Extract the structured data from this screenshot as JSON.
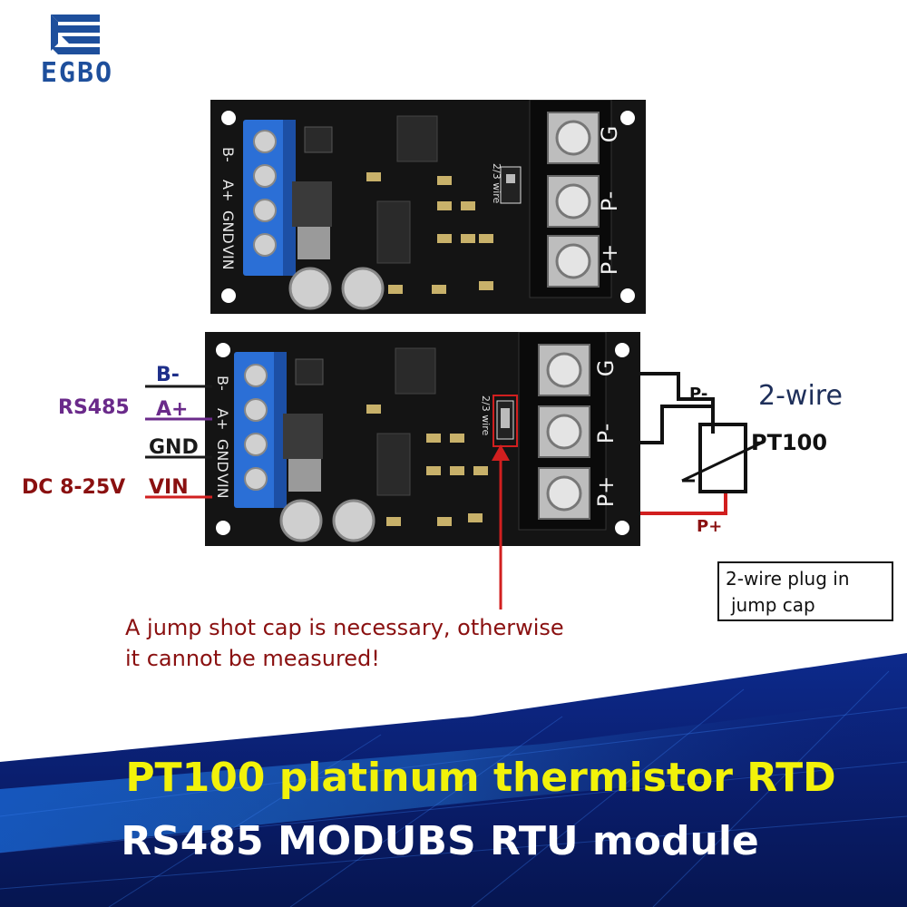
{
  "brand": {
    "name": "EGBO"
  },
  "colors": {
    "brand_blue": "#1e4f9c",
    "accent_red": "#d11f1f",
    "headline_yellow": "#f2f20a",
    "terminal_blue": "#2b6fd6"
  },
  "top_board": {
    "pins": [
      "B-",
      "A+",
      "GND",
      "VIN"
    ],
    "screw_labels": [
      "G",
      "P-",
      "P+"
    ],
    "jumper_label": "2/3 wire"
  },
  "bottom_board": {
    "pins": [
      "B-",
      "A+",
      "GND",
      "VIN"
    ],
    "screw_labels": [
      "G",
      "P-",
      "P+"
    ],
    "jumper_label": "2/3 wire"
  },
  "wiring": {
    "left_labels": {
      "b_minus": "B-",
      "rs485": "RS485",
      "a_plus": "A+",
      "gnd": "GND",
      "dc": "DC 8-25V",
      "vin": "VIN"
    },
    "right_labels": {
      "p_minus": "P-",
      "two_wire": "2-wire",
      "pt100": "PT100",
      "p_plus": "P+"
    },
    "jump_note_box": [
      "2-wire plug in",
      "jump cap"
    ],
    "warning": [
      "A jump shot cap is necessary, otherwise",
      "it cannot be measured!"
    ]
  },
  "banner": {
    "headline": "PT100 platinum thermistor RTD",
    "subline": "RS485 MODUBS RTU module"
  }
}
